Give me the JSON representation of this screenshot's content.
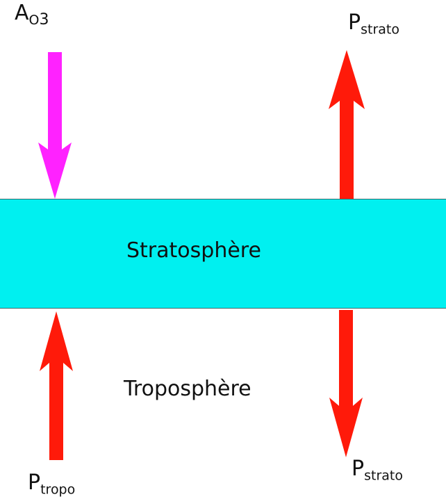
{
  "colors": {
    "stratosphere_band": "#00f0f0",
    "ozone_arrow": "#ff22ff",
    "flux_arrow": "#ff1a0a",
    "text": "#111111"
  },
  "layers": {
    "stratosphere": "Stratosphère",
    "troposphere": "Troposphère"
  },
  "labels": {
    "ozone_input": {
      "symbol": "A",
      "subscript": "O3"
    },
    "strato_up": {
      "symbol": "P",
      "subscript": "strato"
    },
    "strato_down": {
      "symbol": "P",
      "subscript": "strato"
    },
    "tropo_up": {
      "symbol": "P",
      "subscript": "tropo"
    }
  },
  "icons": {
    "ozone_input_arrow": "arrow-down-icon",
    "strato_up_arrow": "arrow-up-icon",
    "strato_down_arrow": "arrow-down-icon",
    "tropo_up_arrow": "arrow-up-icon"
  }
}
